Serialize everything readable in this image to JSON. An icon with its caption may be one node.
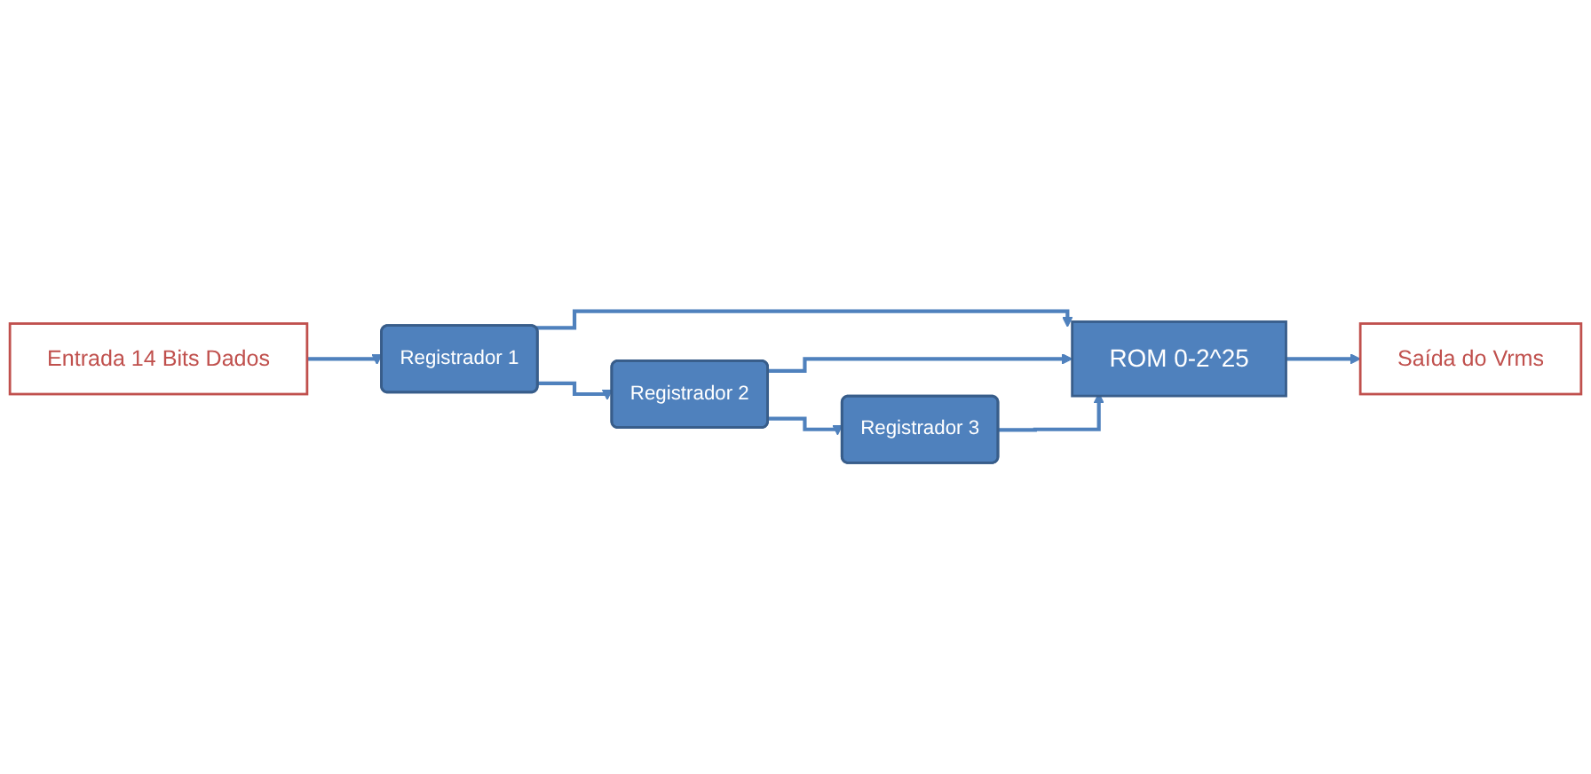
{
  "diagram": {
    "nodes": [
      {
        "text": [
          "Entrada 14 Bits Dados"
        ]
      },
      {
        "text": [
          "Registrador 1"
        ]
      },
      {
        "text": [
          "Registrador 2"
        ]
      },
      {
        "text": [
          "Registrador 3"
        ]
      },
      {
        "text": [
          "ROM 0-2^25"
        ]
      },
      {
        "text": [
          "Saída do Vrms"
        ]
      }
    ],
    "edges": [
      {
        "from": 0,
        "to": 1,
        "arrow": "to"
      },
      {
        "from": 1,
        "to": 4,
        "arrow": "to"
      },
      {
        "from": 1,
        "to": 2,
        "arrow": "to"
      },
      {
        "from": 2,
        "to": 4,
        "arrow": "to"
      },
      {
        "from": 2,
        "to": 3,
        "arrow": "to"
      },
      {
        "from": 3,
        "to": 4,
        "arrow": "to"
      },
      {
        "from": 4,
        "to": 5,
        "arrow": "to"
      }
    ]
  }
}
